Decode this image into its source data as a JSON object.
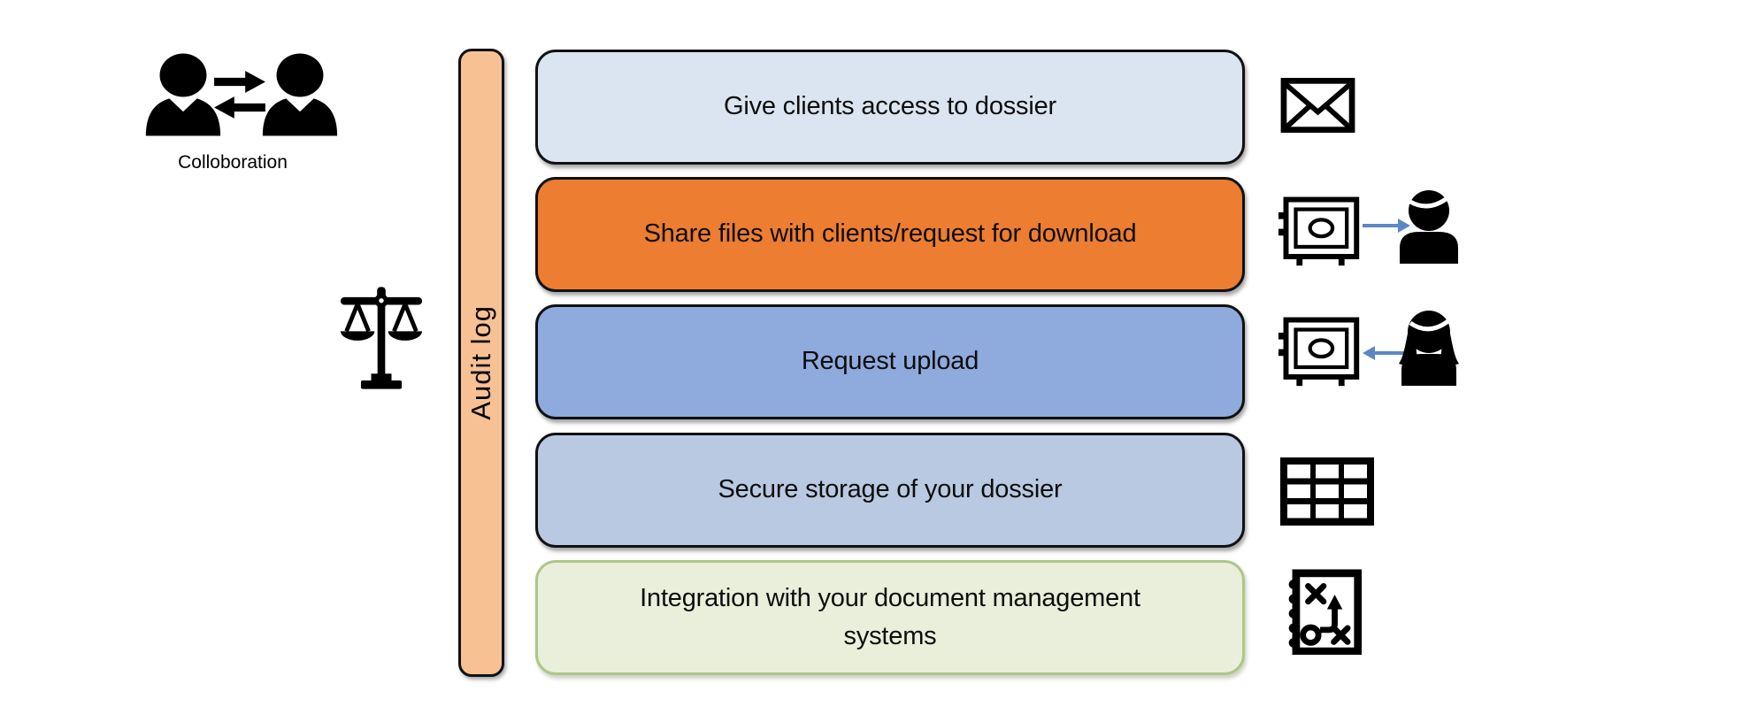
{
  "collaboration": {
    "label": "Colloboration",
    "icon": "people-exchange-icon"
  },
  "audit": {
    "label": "Audit log",
    "fill": "#F8C193",
    "side_icon": "scales-icon"
  },
  "features": [
    {
      "label": "Give clients access to dossier",
      "fill": "#DBE5F1",
      "border": "#111111",
      "right_icon": "envelope-icon"
    },
    {
      "label": "Share files with clients/request for download",
      "fill": "#ED7D31",
      "border": "#111111",
      "right_icon": "safe-to-person-icon"
    },
    {
      "label": "Request upload",
      "fill": "#8FAADC",
      "border": "#111111",
      "right_icon": "person-to-safe-icon"
    },
    {
      "label": "Secure storage of your dossier",
      "fill": "#B9C9E2",
      "border": "#111111",
      "right_icon": "table-grid-icon"
    },
    {
      "label": "Integration with your document management systems",
      "fill": "#E9EFDB",
      "border": "#AEC687",
      "right_icon": "strategy-book-icon"
    }
  ],
  "colors": {
    "background": "#FFFFFF",
    "icon_black": "#000000",
    "arrow_blue": "#5B87C7"
  }
}
